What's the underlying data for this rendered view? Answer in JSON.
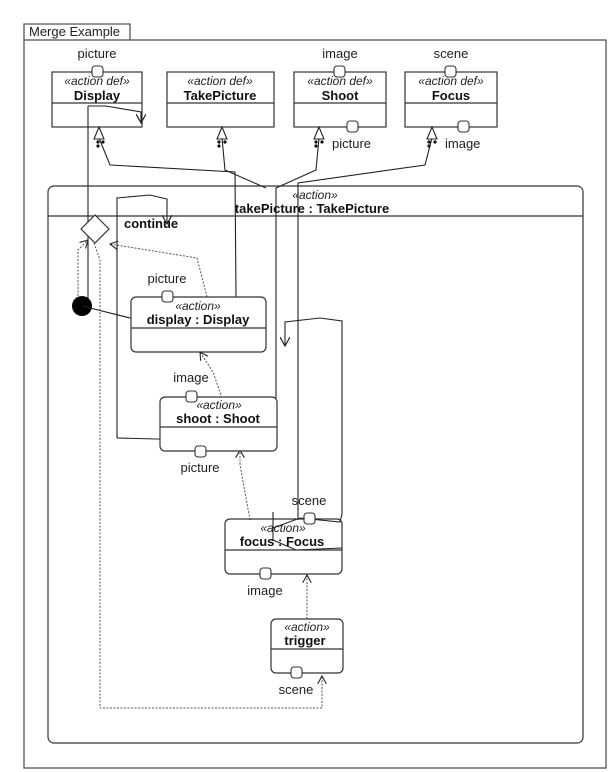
{
  "frame": {
    "title": "Merge Example"
  },
  "definitions": [
    {
      "stereotype": "«action def»",
      "name": "Display",
      "in_port": "picture",
      "out_port": null
    },
    {
      "stereotype": "«action def»",
      "name": "TakePicture",
      "in_port": null,
      "out_port": null
    },
    {
      "stereotype": "«action def»",
      "name": "Shoot",
      "in_port": "image",
      "out_port": "picture"
    },
    {
      "stereotype": "«action def»",
      "name": "Focus",
      "in_port": "scene",
      "out_port": "image"
    }
  ],
  "container": {
    "stereotype": "«action»",
    "name": "takePicture : TakePicture"
  },
  "merge": {
    "label": "continue"
  },
  "actions": {
    "display": {
      "stereotype": "«action»",
      "name": "display : Display",
      "port": "picture"
    },
    "shoot": {
      "stereotype": "«action»",
      "name": "shoot : Shoot",
      "in_port": "image",
      "out_port": "picture"
    },
    "focus": {
      "stereotype": "«action»",
      "name": "focus : Focus",
      "in_port": "scene",
      "out_port": "image"
    },
    "trigger": {
      "stereotype": "«action»",
      "name": "trigger",
      "port": "scene"
    }
  }
}
